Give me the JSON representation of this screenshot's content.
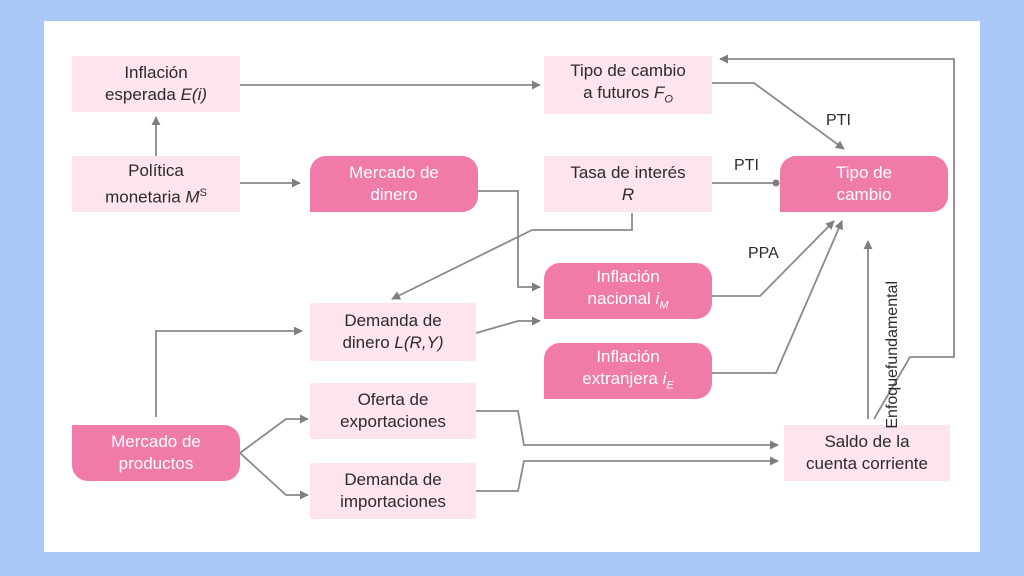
{
  "nodes": {
    "inflacion_esperada": {
      "line1": "Inflación",
      "line2": "esperada ",
      "var": "E(i)"
    },
    "tipo_cambio_futuros": {
      "line1": "Tipo de cambio",
      "line2": "a futuros ",
      "var": "F",
      "sub": "O"
    },
    "politica_monetaria": {
      "line1": "Política",
      "line2": "monetaria ",
      "var": "M",
      "sup": "S"
    },
    "mercado_dinero": {
      "line1": "Mercado de",
      "line2": "dinero"
    },
    "tasa_interes": {
      "line1": "Tasa de interés",
      "var": "R"
    },
    "tipo_cambio": {
      "line1": "Tipo de",
      "line2": "cambio"
    },
    "inflacion_nacional": {
      "line1": "Inflación",
      "line2": "nacional ",
      "var": "i",
      "sub": "M"
    },
    "demanda_dinero": {
      "line1": "Demanda de",
      "line2": "dinero ",
      "var": "L(R,Y)"
    },
    "inflacion_extranjera": {
      "line1": "Inflación",
      "line2": "extranjera ",
      "var": "i",
      "sub": "E"
    },
    "oferta_exportaciones": {
      "line1": "Oferta de",
      "line2": "exportaciones"
    },
    "mercado_productos": {
      "line1": "Mercado de",
      "line2": "productos"
    },
    "saldo_cuenta": {
      "line1": "Saldo de la",
      "line2": "cuenta corriente"
    },
    "demanda_importaciones": {
      "line1": "Demanda de",
      "line2": "importaciones"
    }
  },
  "labels": {
    "pti_top": "PTI",
    "pti_mid": "PTI",
    "ppa": "PPA",
    "enfoque_line1": "Enfoque",
    "enfoque_line2": "fundamental"
  },
  "colors": {
    "background": "#a9c8f5",
    "light_node": "#fde4ee",
    "dark_node": "#f07aa8",
    "arrow": "#7f7f7f"
  }
}
